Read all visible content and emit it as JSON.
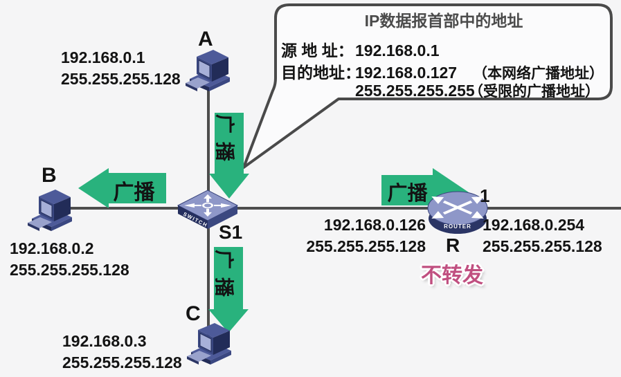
{
  "callout": {
    "title": "IP数据报首部中的地址",
    "source_label": "源 地 址：",
    "source_value": "192.168.0.1",
    "dest_label": "目的地址：",
    "dest_value": "192.168.0.127",
    "dest_note": "（本网络广播地址）",
    "limited_value": "255.255.255.255",
    "limited_note": "（受限的广播地址）"
  },
  "hosts": {
    "a": {
      "name": "A",
      "ip": "192.168.0.1",
      "mask": "255.255.255.128"
    },
    "b": {
      "name": "B",
      "ip": "192.168.0.2",
      "mask": "255.255.255.128"
    },
    "c": {
      "name": "C",
      "ip": "192.168.0.3",
      "mask": "255.255.255.128"
    }
  },
  "switch_device": {
    "name": "S1",
    "icon_label": "SWITCH"
  },
  "router_device": {
    "name": "R",
    "interface_label": "1",
    "icon_label": "ROUTER",
    "lan_ip": "192.168.0.126",
    "lan_mask": "255.255.255.128",
    "wan_ip": "192.168.0.254",
    "wan_mask": "255.255.255.128",
    "action_note": "不转发"
  },
  "broadcast_label": "广播",
  "colors": {
    "arrow_green": "#29b27d",
    "note_pink": "#c04f80",
    "line_gray": "#4d4d4d",
    "device_navy": "#2b3565",
    "background": "#f5f5f6"
  }
}
